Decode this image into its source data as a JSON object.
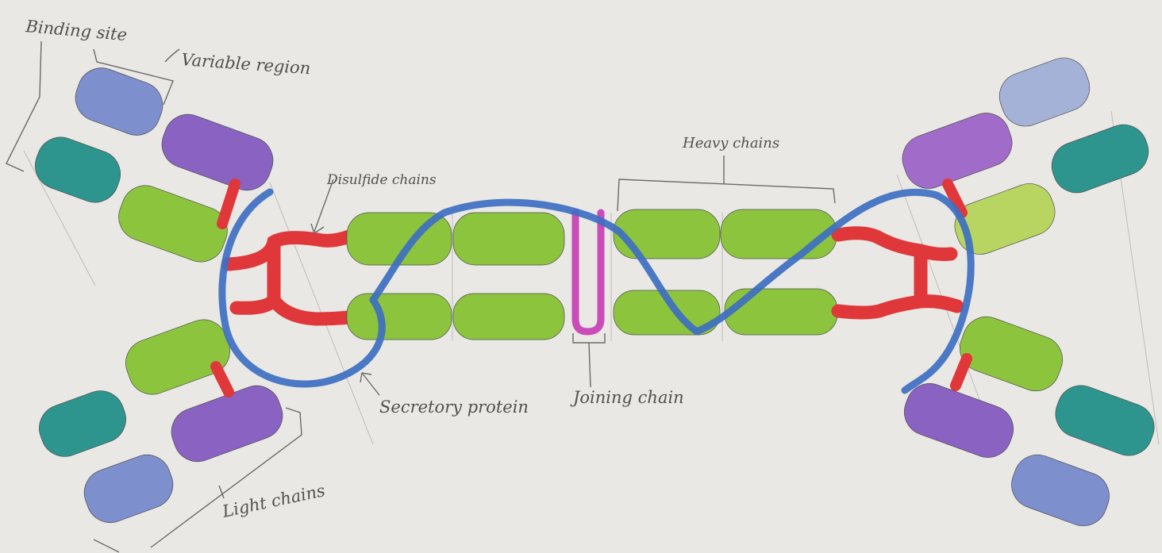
{
  "labels": {
    "binding_site": "Binding site",
    "variable_region": "Variable region",
    "disulfide_chains": "Disulfide chains",
    "heavy_chains": "Heavy chains",
    "secretory_protein": "Secretory protein",
    "joining_chain": "Joining chain",
    "light_chains": "Light chains"
  },
  "colors": {
    "paper": "#e9e8e4",
    "variable_light": "#7d8fcc",
    "variable_heavy": "#8a62c2",
    "constant_light": "#2e948e",
    "constant_heavy": "#8cc43e",
    "disulfide": "#e0373a",
    "secretory_protein": "#3d6fc2",
    "joining_chain": "#c94cb8"
  }
}
